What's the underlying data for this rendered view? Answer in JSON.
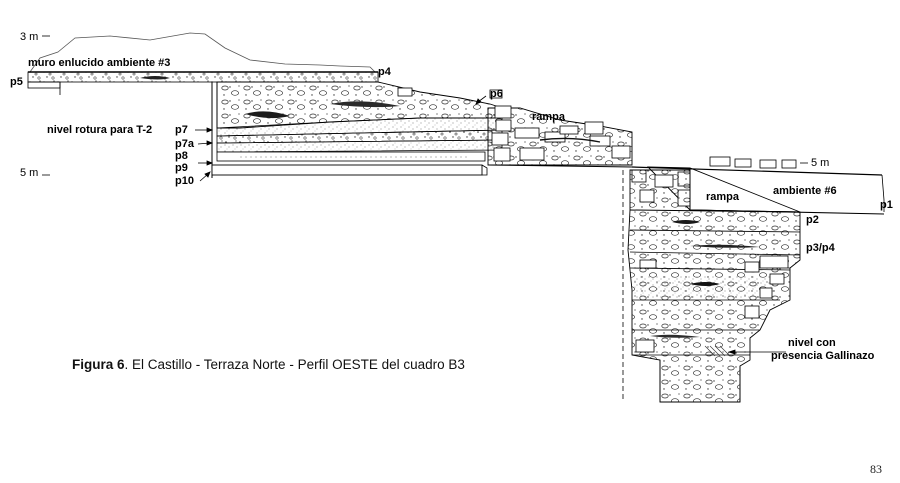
{
  "figure": {
    "scale_labels": [
      "3 m",
      "5 m",
      "5 m"
    ],
    "annotations": {
      "muro": "muro enlucido ambiente #3",
      "p5": "p5",
      "p4": "p4",
      "p6": "p6",
      "rampa_upper": "rampa",
      "nivel_rotura": "nivel rotura para T-2",
      "p7": "p7",
      "p7a": "p7a",
      "p8": "p8",
      "p9": "p9",
      "p10": "p10",
      "rampa_lower": "rampa",
      "ambiente6": "ambiente #6",
      "p1": "p1",
      "p2": "p2",
      "p3p4": "p3/p4",
      "nivel_con_1": "nivel con",
      "nivel_con_2": "presencia Gallinazo"
    }
  },
  "caption": {
    "figure_number": "Figura 6",
    "text": ". El Castillo - Terraza Norte - Perfil OESTE del cuadro B3"
  },
  "page_number": "83"
}
